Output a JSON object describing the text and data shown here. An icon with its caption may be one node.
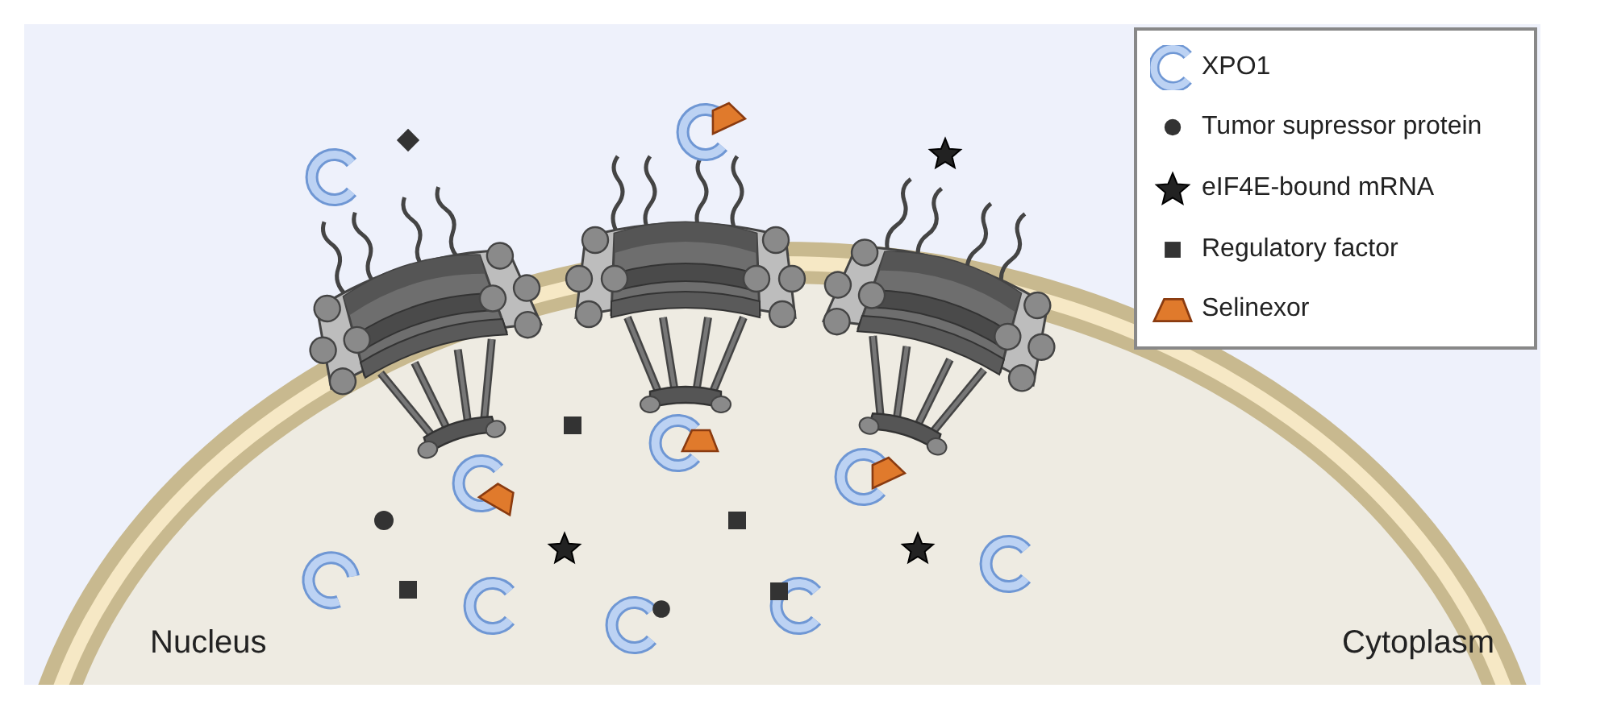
{
  "diagram": {
    "labels": [
      "Nucleus",
      "Cytoplasm"
    ],
    "legend": [
      {
        "text": "XPO1"
      },
      {
        "text": "Tumor supressor protein"
      },
      {
        "text": "eIF4E-bound mRNA"
      },
      {
        "text": "Regulatory factor"
      },
      {
        "text": "Selinexor"
      }
    ]
  }
}
